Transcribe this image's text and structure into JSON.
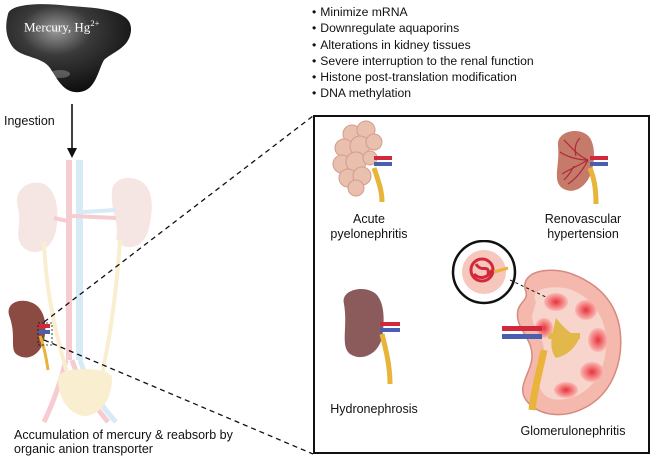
{
  "mercury": {
    "label": "Mercury, Hg",
    "charge": "2+"
  },
  "arrow_label": "Ingestion",
  "effects": [
    "Minimize mRNA",
    "Downregulate aquaporins",
    "Alterations in kidney tissues",
    "Severe interruption to the renal function",
    "Histone post-translation modification",
    "DNA methylation"
  ],
  "accumulation_label": "Accumulation of mercury & reabsorb by organic anion transporter",
  "diseases": {
    "acute": "Acute pyelonephritis",
    "renovascular": "Renovascular hypertension",
    "hydronephrosis": "Hydronephrosis",
    "glomerulonephritis": "Glomerulonephritis"
  },
  "colors": {
    "mercury": "#1a1a1a",
    "kidney_brown": "#8b4a42",
    "kidney_pink": "#e9a6a0",
    "artery": "#d1283b",
    "vein": "#4a5fb0",
    "ureter": "#e8b43a",
    "panel_border": "#111111"
  }
}
